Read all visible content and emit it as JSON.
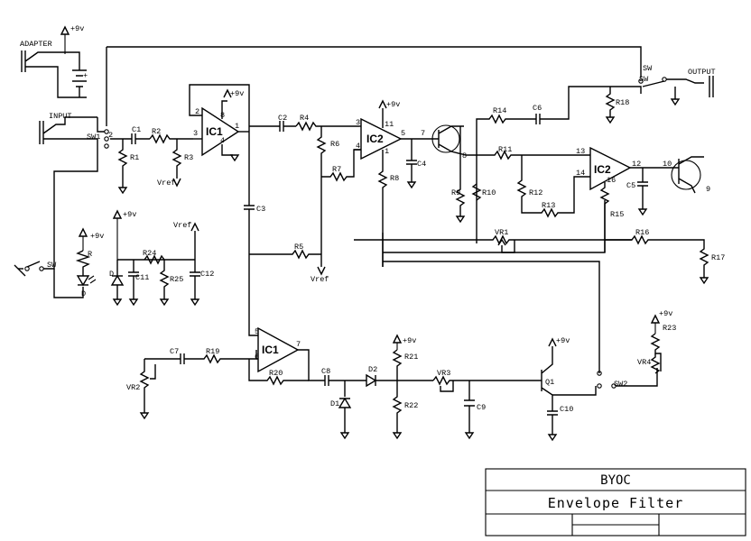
{
  "title_block": {
    "company": "BYOC",
    "title": "Envelope Filter"
  },
  "connectors": {
    "adapter": "ADAPTER",
    "input": "INPUT",
    "output": "OUTPUT"
  },
  "supply": {
    "plus9v": "+9v",
    "vref": "Vref"
  },
  "switches": {
    "sw1": "SW1",
    "sw": "SW",
    "sw2": "SW2"
  },
  "ics": {
    "ic1": "IC1",
    "ic2": "IC2"
  },
  "resistors": {
    "R": "R",
    "R1": "R1",
    "R2": "R2",
    "R3": "R3",
    "R4": "R4",
    "R5": "R5",
    "R6": "R6",
    "R7": "R7",
    "R8": "R8",
    "R9": "R9",
    "R10": "R10",
    "R11": "R11",
    "R12": "R12",
    "R13": "R13",
    "R14": "R14",
    "R15": "R15",
    "R16": "R16",
    "R17": "R17",
    "R18": "R18",
    "R19": "R19",
    "R20": "R20",
    "R21": "R21",
    "R22": "R22",
    "R23": "R23",
    "R24": "R24",
    "R25": "R25"
  },
  "capacitors": {
    "C1": "C1",
    "C2": "C2",
    "C3": "C3",
    "C4": "C4",
    "C5": "C5",
    "C6": "C6",
    "C7": "C7",
    "C8": "C8",
    "C9": "C9",
    "C10": "C10",
    "C11": "C11",
    "C12": "C12"
  },
  "pots": {
    "VR1": "VR1",
    "VR2": "VR2",
    "VR3": "VR3",
    "VR4": "VR4"
  },
  "diodes": {
    "D": "D",
    "D1": "D1",
    "D2": "D2"
  },
  "transistors": {
    "Q1": "Q1"
  },
  "pins": {
    "p1": "1",
    "p2": "2",
    "p3": "3",
    "p4": "4",
    "p5": "5",
    "p6": "6",
    "p7": "7",
    "p8": "8",
    "p9": "9",
    "p10": "10",
    "p11": "11",
    "p12": "12",
    "p13": "13",
    "p14": "14",
    "p16": "16"
  }
}
